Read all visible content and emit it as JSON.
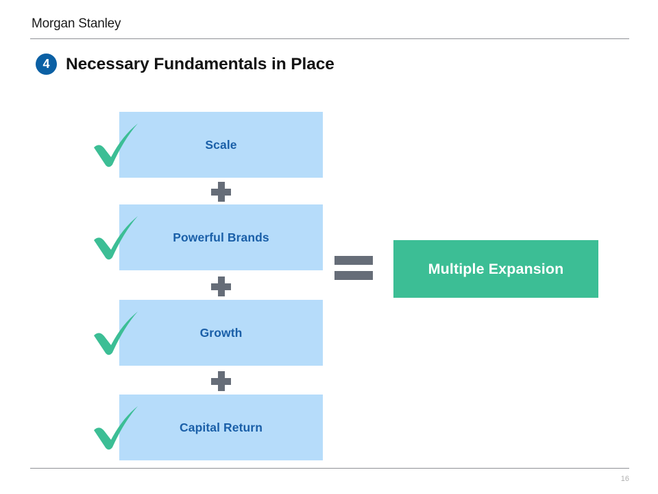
{
  "slide": {
    "brand": "Morgan Stanley",
    "badge_number": "4",
    "title": "Necessary Fundamentals in Place",
    "page_number": "16"
  },
  "colors": {
    "badge_blue": "#0b60a4",
    "term_box_fill": "#b6dcfa",
    "term_text_blue": "#1a5fa8",
    "check_green": "#3cbe95",
    "result_box_green": "#3cbe95",
    "operator_gray": "#666d78",
    "rule_gray": "#8e9095",
    "title_black": "#141414",
    "page_number_gray": "#b0b0b0"
  },
  "diagram": {
    "terms": [
      {
        "label": "Scale",
        "checked": true
      },
      {
        "label": "Powerful Brands",
        "checked": true
      },
      {
        "label": "Growth",
        "checked": true
      },
      {
        "label": "Capital Return",
        "checked": true
      }
    ],
    "operators": [
      "plus",
      "plus",
      "plus"
    ],
    "equals_operator": "equals",
    "result": {
      "label": "Multiple Expansion"
    }
  },
  "icons": {
    "check": "check-icon",
    "plus": "plus-icon",
    "equals": "equals-icon"
  }
}
